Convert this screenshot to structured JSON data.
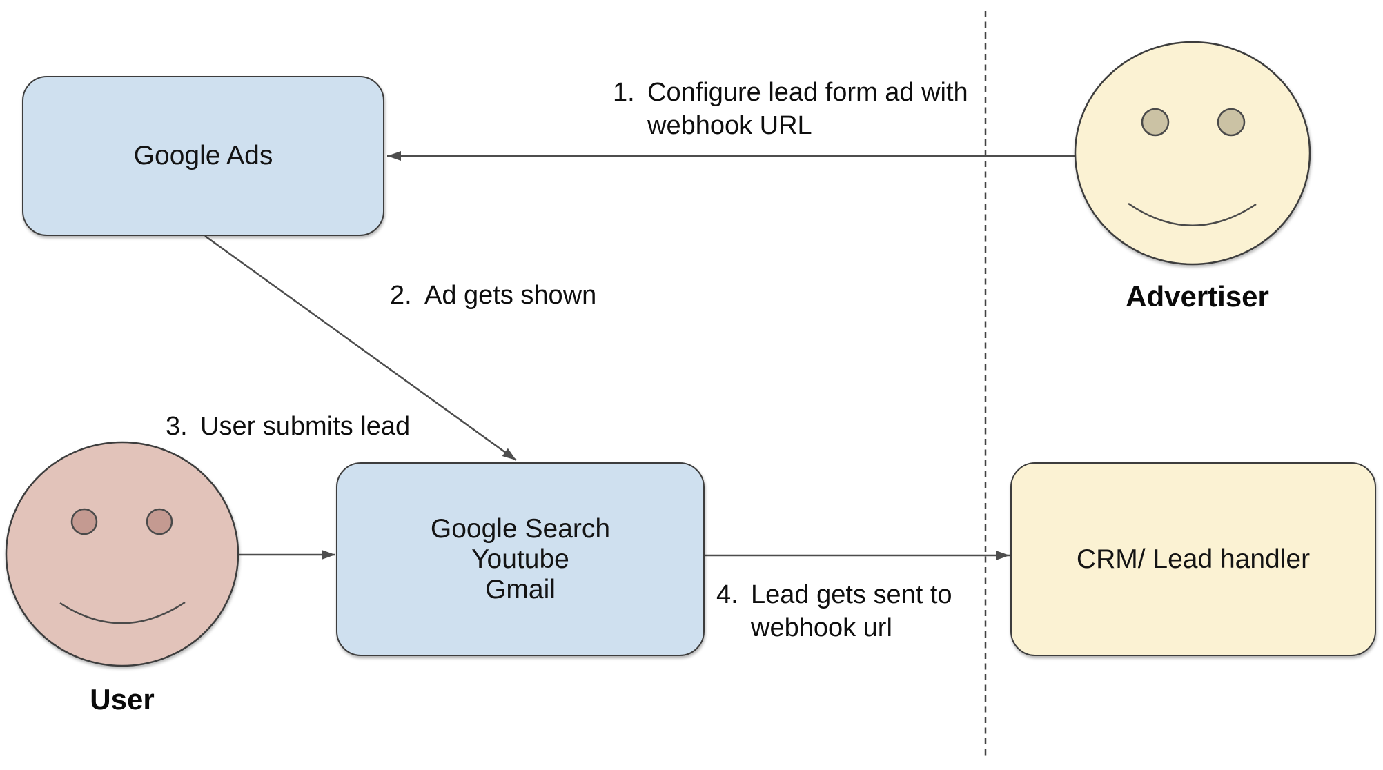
{
  "diagram": {
    "nodes": {
      "google_ads": {
        "label": "Google Ads"
      },
      "google_surfaces": {
        "lines": [
          "Google Search",
          "Youtube",
          "Gmail"
        ]
      },
      "crm": {
        "label": "CRM/ Lead handler"
      }
    },
    "actors": {
      "advertiser": {
        "label": "Advertiser"
      },
      "user": {
        "label": "User"
      }
    },
    "steps": [
      {
        "number": "1.",
        "lines": [
          "Configure lead form ad with",
          "webhook URL"
        ]
      },
      {
        "number": "2.",
        "lines": [
          "Ad gets shown"
        ]
      },
      {
        "number": "3.",
        "lines": [
          "User submits lead"
        ]
      },
      {
        "number": "4.",
        "lines": [
          "Lead gets sent to",
          "webhook url"
        ]
      }
    ],
    "colors": {
      "node_blue_fill": "#cfe0ef",
      "node_yellow_fill": "#fbf2d3",
      "advertiser_face_fill": "#fbf2d3",
      "advertiser_eye_fill": "#cbc2a4",
      "user_face_fill": "#e2c3ba",
      "user_eye_fill": "#c49a91",
      "outline_stroke": "#3d3d3d",
      "arrow_stroke": "#4d4d4d",
      "divider_stroke": "#424242",
      "text": "#0e0e0e"
    }
  }
}
